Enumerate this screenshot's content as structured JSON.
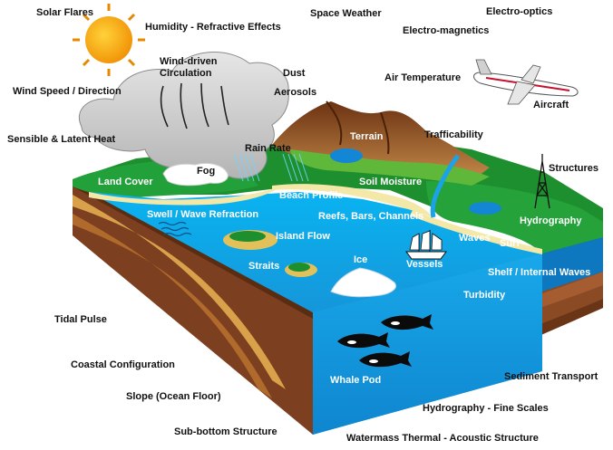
{
  "labels": {
    "solar_flares": "Solar Flares",
    "humidity": "Humidity - Refractive Effects",
    "space_weather": "Space Weather",
    "electro_optics": "Electro-optics",
    "electro_magnetics": "Electro-magnetics",
    "wind_driven": "Wind-driven",
    "circulation": "Circulation",
    "dust": "Dust",
    "aerosols": "Aerosols",
    "air_temperature": "Air Temperature",
    "aircraft": "Aircraft",
    "wind_speed": "Wind Speed / Direction",
    "sensible_heat": "Sensible & Latent Heat",
    "rain_rate": "Rain Rate",
    "terrain": "Terrain",
    "trafficability": "Trafficability",
    "fog": "Fog",
    "structures": "Structures",
    "land_cover": "Land Cover",
    "soil_moisture": "Soil Moisture",
    "beach_profile": "Beach Profile",
    "swell_refraction": "Swell / Wave Refraction",
    "reefs": "Reefs, Bars, Channels",
    "hydrography": "Hydrography",
    "island_flow": "Island Flow",
    "waves": "Waves",
    "surf": "Surf",
    "straits": "Straits",
    "ice": "Ice",
    "vessels": "Vessels",
    "shelf_waves": "Shelf / Internal Waves",
    "turbidity": "Turbidity",
    "tidal_pulse": "Tidal Pulse",
    "coastal_config": "Coastal Configuration",
    "slope": "Slope (Ocean Floor)",
    "sub_bottom": "Sub-bottom Structure",
    "whale_pod": "Whale Pod",
    "sediment": "Sediment Transport",
    "hydro_fine": "Hydrography - Fine Scales",
    "watermass": "Watermass Thermal - Acoustic Structure"
  },
  "colors": {
    "ocean_top": "#0aa3e8",
    "ocean_front": "#17a6e6",
    "ocean_side": "#0a6fb5",
    "land_green": "#1b8a2b",
    "earth_brown": "#8a4a24",
    "sand": "#f2e6a6",
    "cloud": "#c8c8c8",
    "sun": "#f4a300"
  }
}
